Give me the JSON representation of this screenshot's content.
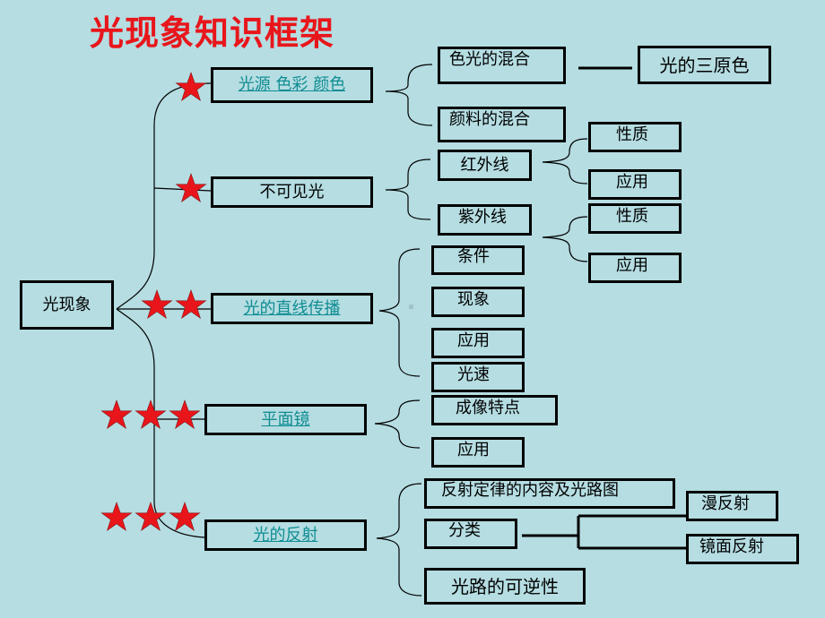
{
  "title": "光现象知识框架",
  "colors": {
    "background": "#b5dde2",
    "title": "#e8161b",
    "link": "#0f8d92",
    "star": "#e8161b",
    "border": "#000000"
  },
  "root": "光现象",
  "topics": {
    "source_color": "光源 色彩  颜色",
    "invisible_light": "不可见光",
    "straight_line": "光的直线传播",
    "plane_mirror": "平面镜",
    "reflection": "光的反射"
  },
  "source_color": {
    "light_mix": "色光的混合",
    "light_primary": "光的三原色",
    "pigment_mix": "颜料的混合"
  },
  "invisible_light": {
    "infrared": "红外线",
    "infrared_nature": "性质",
    "infrared_use": "应用",
    "ultraviolet": "紫外线",
    "ultraviolet_nature": "性质",
    "ultraviolet_use": "应用"
  },
  "straight_line": {
    "condition": "条件",
    "phenomenon": "现象",
    "application": "应用",
    "speed": "光速"
  },
  "plane_mirror": {
    "imaging": "成像特点",
    "application": "应用"
  },
  "reflection": {
    "law": "反射定律的内容及光路图",
    "category": "分类",
    "diffuse": "漫反射",
    "specular": "镜面反射",
    "reversible": "光路的可逆性"
  },
  "star_counts": {
    "source_color": 1,
    "invisible_light": 1,
    "straight_line": 2,
    "plane_mirror": 3,
    "reflection": 3
  },
  "icons": {
    "importance": "star-icon"
  }
}
